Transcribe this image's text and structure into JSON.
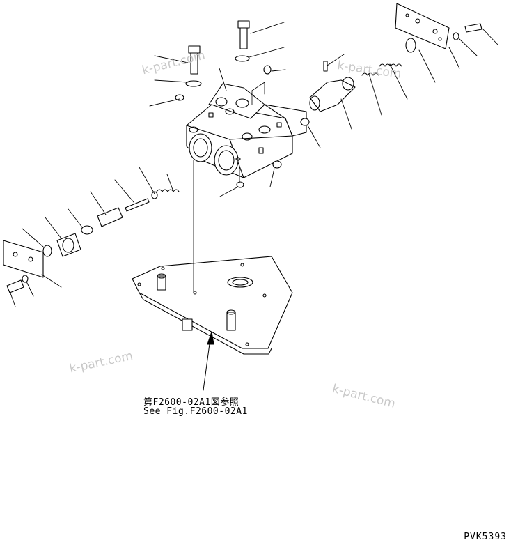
{
  "reference": {
    "japanese": "第F2600-02A1図参照",
    "english": "See Fig.F2600-02A1"
  },
  "figure_code": "PVK5393",
  "watermark": "k-part.com",
  "colors": {
    "line": "#000000",
    "watermark": "#c8c8c8",
    "background": "#ffffff"
  }
}
